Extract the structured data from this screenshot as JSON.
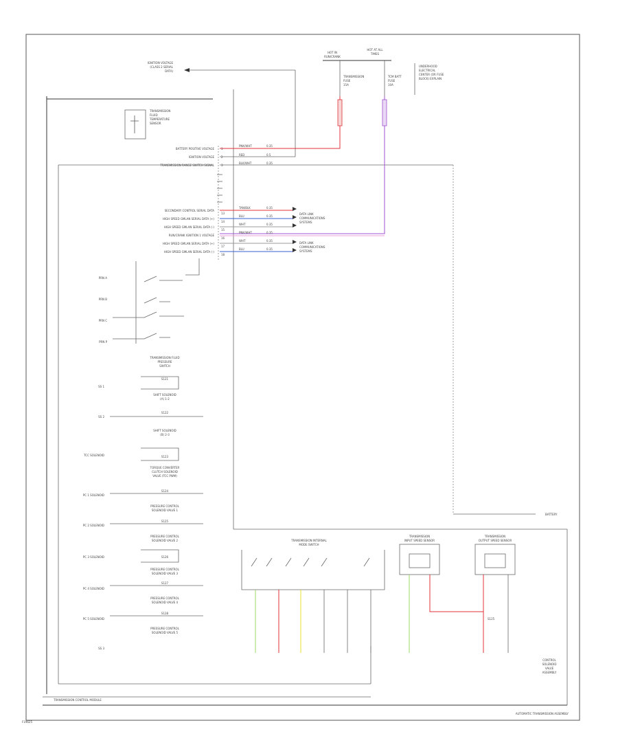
{
  "footer": {
    "left_label": "TRANSMISSION CONTROL MODULE",
    "right_label": "AUTOMATIC TRANSMISSION ASSEMBLY",
    "corner_code": "F19625"
  },
  "top": {
    "ignition": [
      "IGNITION VOLTAGE",
      "(CLASS 2 SERIAL",
      "DATA)"
    ],
    "fuse_left": [
      "HOT IN",
      "RUN/CRANK"
    ],
    "fuse_right": [
      "HOT AT ALL",
      "TIMES"
    ],
    "fuse_a": [
      "TRANSMISSION",
      "FUSE",
      "15A"
    ],
    "fuse_b": [
      "TCM BATT",
      "FUSE",
      "10A"
    ],
    "underhood": [
      "UNDERHOOD",
      "ELECTRICAL",
      "CENTER (OR FUSE",
      "BLOCK) EXPLAIN"
    ],
    "relay": [
      "TRANSMISSION",
      "FLUID",
      "TEMPERATURE",
      "SENSOR"
    ]
  },
  "pins": {
    "upper": [
      {
        "label": "BATTERY POSITIVE VOLTAGE",
        "num": "1",
        "color": "PNK/WHT",
        "gauge": "0.35"
      },
      {
        "label": "IGNITION VOLTAGE",
        "num": "2",
        "color": "RED",
        "gauge": "0.5"
      },
      {
        "label": "TRANSMISSION RANGE SWITCH SIGNAL",
        "num": "3",
        "color": "BLK/WHT",
        "gauge": "0.35"
      }
    ],
    "lower": [
      {
        "label": "SECONDARY CONTROL SERIAL DATA",
        "num": "13",
        "color": "TAN/BLK",
        "gauge": "0.35"
      },
      {
        "label": "HIGH SPEED GMLAN SERIAL DATA (+)",
        "num": "14",
        "color": "BLU",
        "gauge": "0.35"
      },
      {
        "label": "HIGH SPEED GMLAN SERIAL DATA (-)",
        "num": "15",
        "color": "WHT",
        "gauge": "0.35"
      },
      {
        "label": "RUN/CRANK IGNITION 1 VOLTAGE",
        "num": "16",
        "color": "PNK/WHT",
        "gauge": "0.35"
      },
      {
        "label": "HIGH SPEED GMLAN SERIAL DATA (+)",
        "num": "17",
        "color": "WHT",
        "gauge": "0.35"
      },
      {
        "label": "HIGH SPEED GMLAN SERIAL DATA (-)",
        "num": "18",
        "color": "BLU",
        "gauge": "0.35"
      }
    ],
    "data_links": [
      [
        "DATA LINK",
        "COMMUNICATIONS",
        "SYSTEMS"
      ],
      [
        "DATA LINK",
        "COMMUNICATIONS",
        "SYSTEMS"
      ]
    ]
  },
  "switches": [
    "PRN A",
    "PRN B",
    "PRN C",
    "PRN P"
  ],
  "solenoids": {
    "title": [
      "TRANSMISSION FLUID",
      "PRESSURE",
      "SWITCH"
    ],
    "rows": [
      {
        "left": "SS 1",
        "box": "S121",
        "caption": [
          "SHIFT SOLENOID",
          "(A) 1-2"
        ]
      },
      {
        "left": "SS 2",
        "box": "S122",
        "caption": [
          "SHIFT SOLENOID",
          "(B) 2-3"
        ]
      },
      {
        "left": "TCC SOLENOID",
        "box": "S123",
        "caption": [
          "TORQUE CONVERTER",
          "CLUTCH SOLENOID",
          "VALVE (TCC PWM)"
        ]
      },
      {
        "left": "PC 1 SOLENOID",
        "box": "S124",
        "caption": [
          "PRESSURE CONTROL",
          "SOLENOID VALVE 1"
        ]
      },
      {
        "left": "PC 2 SOLENOID",
        "box": "S125",
        "caption": [
          "PRESSURE CONTROL",
          "SOLENOID VALVE 2"
        ]
      },
      {
        "left": "PC 3 SOLENOID",
        "box": "S126",
        "caption": [
          "PRESSURE CONTROL",
          "SOLENOID VALVE 3"
        ]
      },
      {
        "left": "PC 4 SOLENOID",
        "box": "S127",
        "caption": [
          "PRESSURE CONTROL",
          "SOLENOID VALVE 4"
        ]
      },
      {
        "left": "PC 5 SOLENOID",
        "box": "S128",
        "caption": [
          "PRESSURE CONTROL",
          "SOLENOID VALVE 5"
        ]
      }
    ],
    "last_left": "SS 3"
  },
  "bottom": {
    "switch_title": [
      "TRANSMISSION INTERNAL",
      "MODE SWITCH"
    ],
    "speed_in": [
      "TRANSMISSION",
      "INPUT SPEED SENSOR"
    ],
    "speed_out": [
      "TRANSMISSION",
      "OUTPUT SPEED SENSOR"
    ],
    "splice": "S125",
    "right_note": [
      "CONTROL",
      "SOLENOID",
      "VALVE",
      "ASSEMBLY"
    ],
    "battery_ref": "BATTERY"
  }
}
